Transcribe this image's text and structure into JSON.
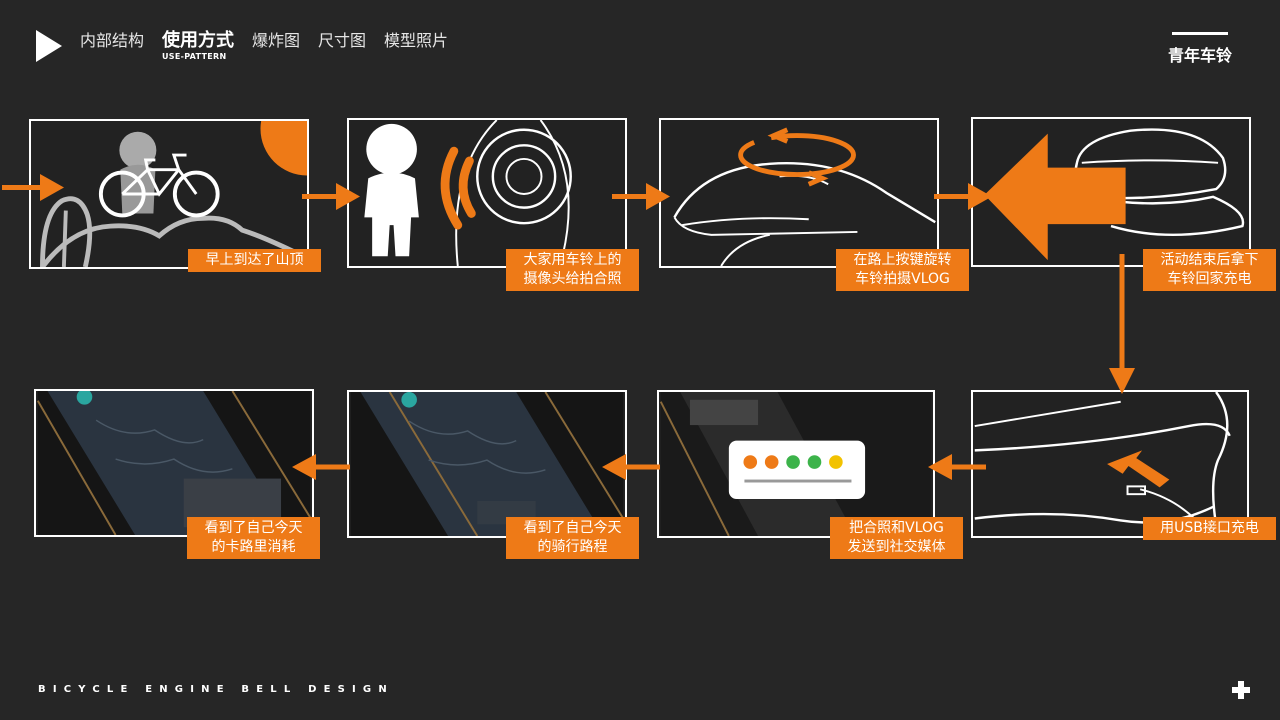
{
  "header": {
    "nav": [
      {
        "label": "内部结构"
      },
      {
        "label": "使用方式",
        "sub": "USE-PATTERN",
        "active": true
      },
      {
        "label": "爆炸图"
      },
      {
        "label": "尺寸图"
      },
      {
        "label": "模型照片"
      }
    ],
    "brand": "青年车铃"
  },
  "steps": [
    {
      "lines": [
        "早上到达了山顶"
      ]
    },
    {
      "lines": [
        "大家用车铃上的",
        "摄像头给拍合照"
      ]
    },
    {
      "lines": [
        "在路上按键旋转",
        "车铃拍摄VLOG"
      ]
    },
    {
      "lines": [
        "活动结束后拿下",
        "车铃回家充电"
      ]
    },
    {
      "lines": [
        "用USB接口充电"
      ]
    },
    {
      "lines": [
        "把合照和VLOG",
        "发送到社交媒体"
      ]
    },
    {
      "lines": [
        "看到了自己今天",
        "的骑行路程"
      ]
    },
    {
      "lines": [
        "看到了自己今天",
        "的卡路里消耗"
      ]
    }
  ],
  "footer": {
    "text": "BICYCLE ENGINE BELL DESIGN"
  },
  "colors": {
    "accent": "#ee7a17",
    "background": "#262626",
    "line": "#ffffff"
  }
}
